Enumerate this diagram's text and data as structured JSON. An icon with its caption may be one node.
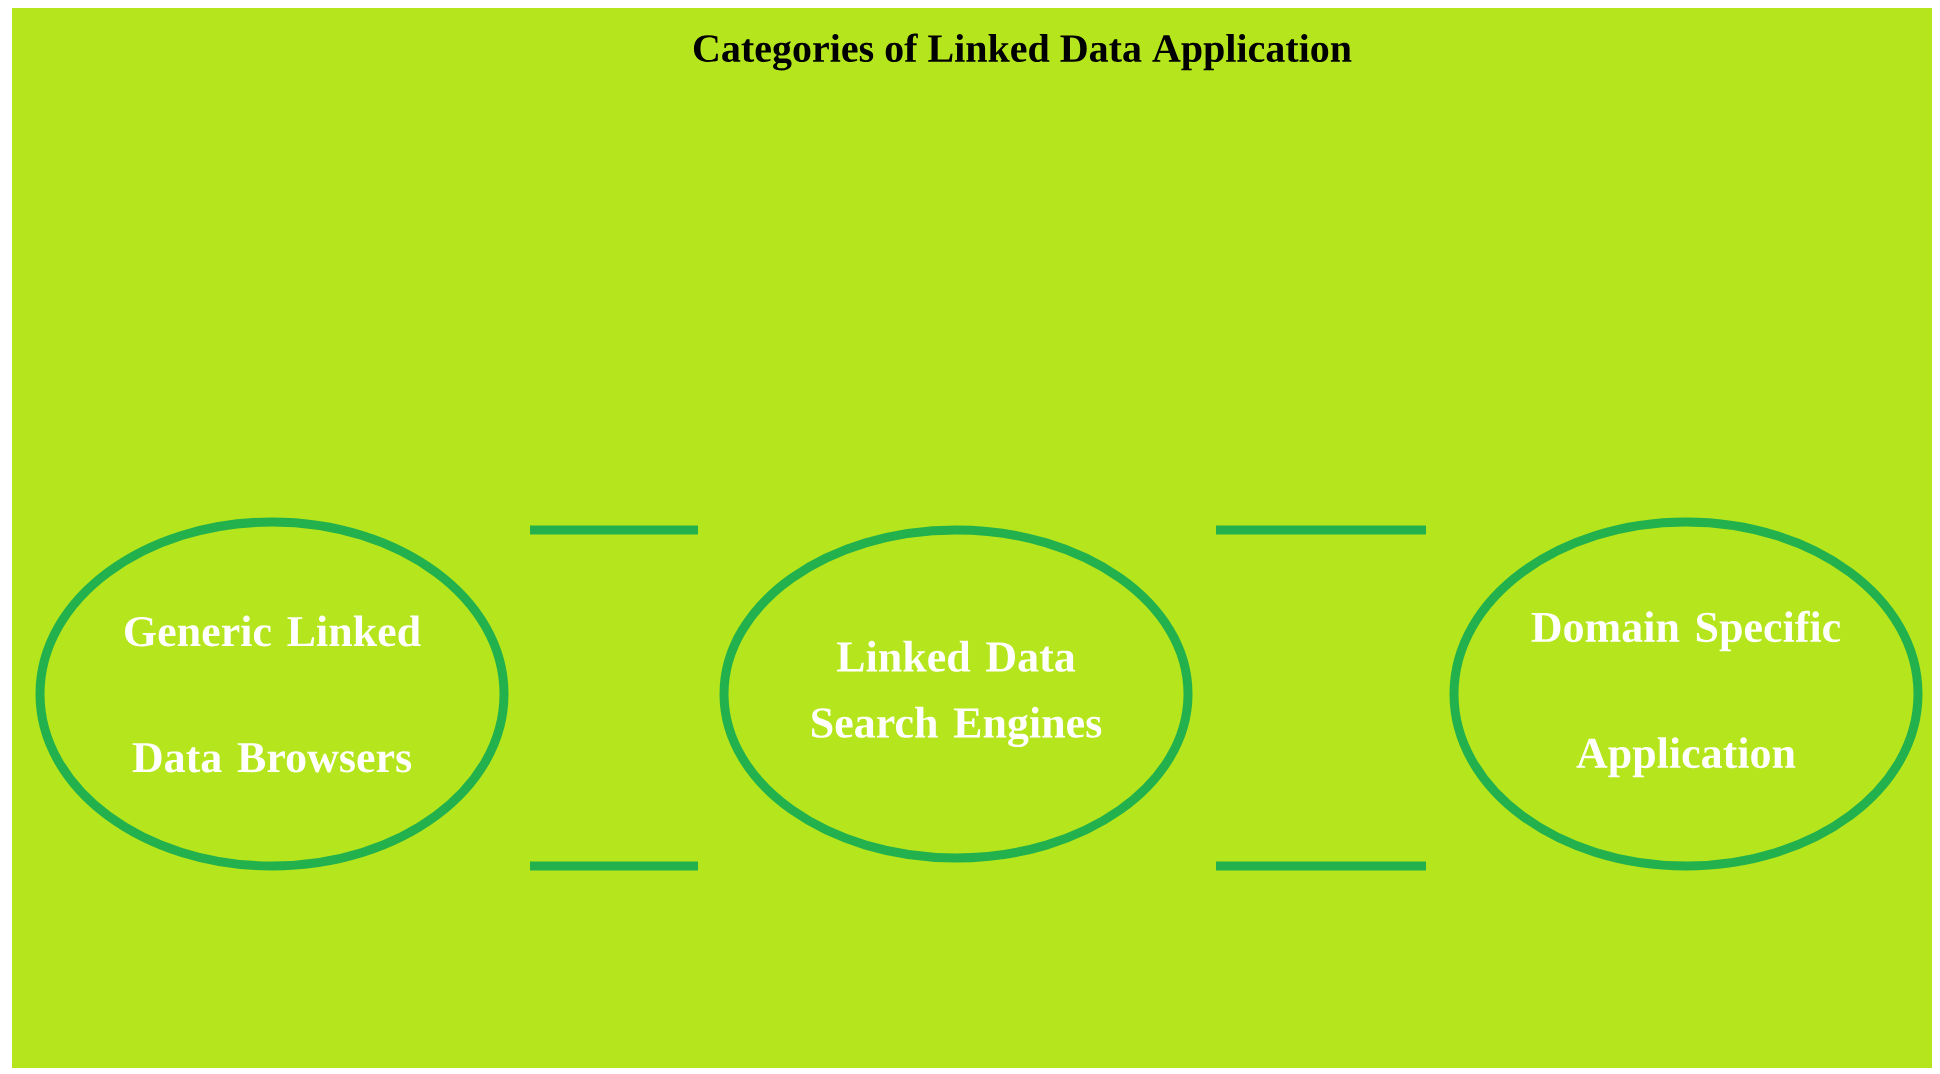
{
  "diagram": {
    "title": "Categories of Linked Data Application",
    "nodes": [
      {
        "text": [
          "Generic Linked Data Browsers"
        ]
      },
      {
        "text": [
          "Linked Data Search Engines"
        ]
      },
      {
        "text": [
          "Domain Specific Application"
        ]
      }
    ],
    "edges": [
      {
        "from": 0,
        "to": 1,
        "arrow": "none"
      },
      {
        "from": 0,
        "to": 1,
        "arrow": "none"
      },
      {
        "from": 1,
        "to": 2,
        "arrow": "none"
      },
      {
        "from": 1,
        "to": 2,
        "arrow": "none"
      }
    ]
  }
}
